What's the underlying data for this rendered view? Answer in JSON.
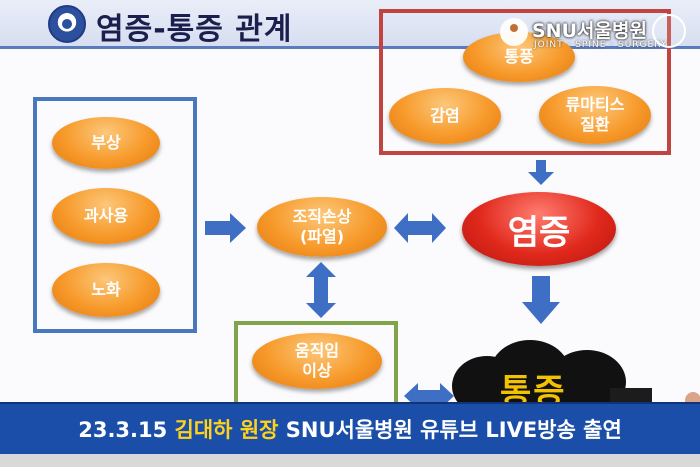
{
  "header": {
    "title": "염증-통증 관계"
  },
  "brand": {
    "name": "SNU서울병원",
    "subtitle": "JOINT · SPINE · SURGERY"
  },
  "causes": {
    "items": [
      "부상",
      "과사용",
      "노화"
    ]
  },
  "conditions": {
    "top": "통풍",
    "left": "감염",
    "right": "류마티스\n질환"
  },
  "tissue_damage": "조직손상\n(파열)",
  "inflammation": "염증",
  "movement": "움직임\n이상",
  "pain": "통증",
  "banner": {
    "prefix": "23.3.15 ",
    "highlight": "김대하 원장",
    "suffix": " SNU서울병원 유튜브 LIVE방송 출연"
  },
  "colors": {
    "orange_oval": "#f79a2b",
    "red_oval": "#e0291c",
    "blue_frame": "#4a78bd",
    "red_frame": "#c0443f",
    "green_frame": "#80a44a",
    "arrow": "#3f6fc4",
    "banner_bg": "#1a4ea8",
    "banner_highlight": "#ffd21c"
  }
}
